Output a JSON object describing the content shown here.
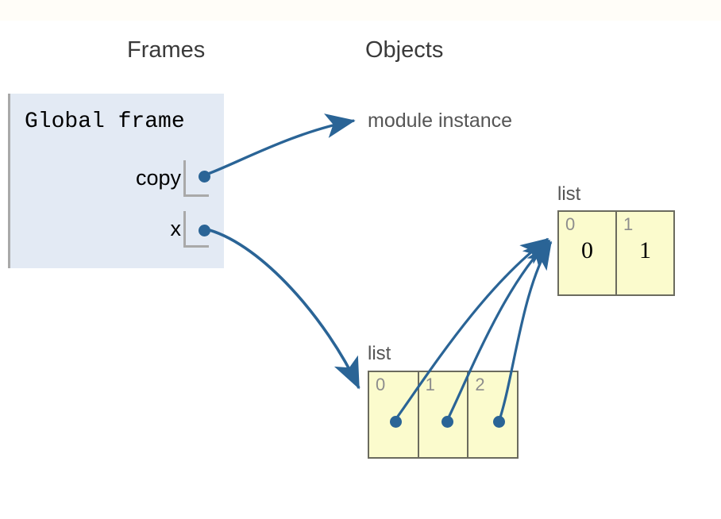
{
  "headings": {
    "frames": "Frames",
    "objects": "Objects"
  },
  "frame": {
    "title": "Global frame",
    "variables": [
      {
        "name": "copy",
        "points_to": "module instance"
      },
      {
        "name": "x",
        "points_to": "list-bottom"
      }
    ]
  },
  "objects": {
    "module_instance": {
      "label": "module instance"
    },
    "list_top": {
      "type_label": "list",
      "cells": [
        {
          "index": "0",
          "value": "0"
        },
        {
          "index": "1",
          "value": "1"
        }
      ]
    },
    "list_bottom": {
      "type_label": "list",
      "cells": [
        {
          "index": "0",
          "value": "pointer"
        },
        {
          "index": "1",
          "value": "pointer"
        },
        {
          "index": "2",
          "value": "pointer"
        }
      ]
    }
  },
  "colors": {
    "frame_background": "#e3eaf4",
    "frame_border": "#a9a9a9",
    "object_background": "#fbfbcd",
    "object_border": "#6b6b5e",
    "pointer_blue": "#2a6496",
    "index_gray": "#8d8d8d",
    "label_gray": "#555555",
    "page_background": "#ffffff"
  }
}
